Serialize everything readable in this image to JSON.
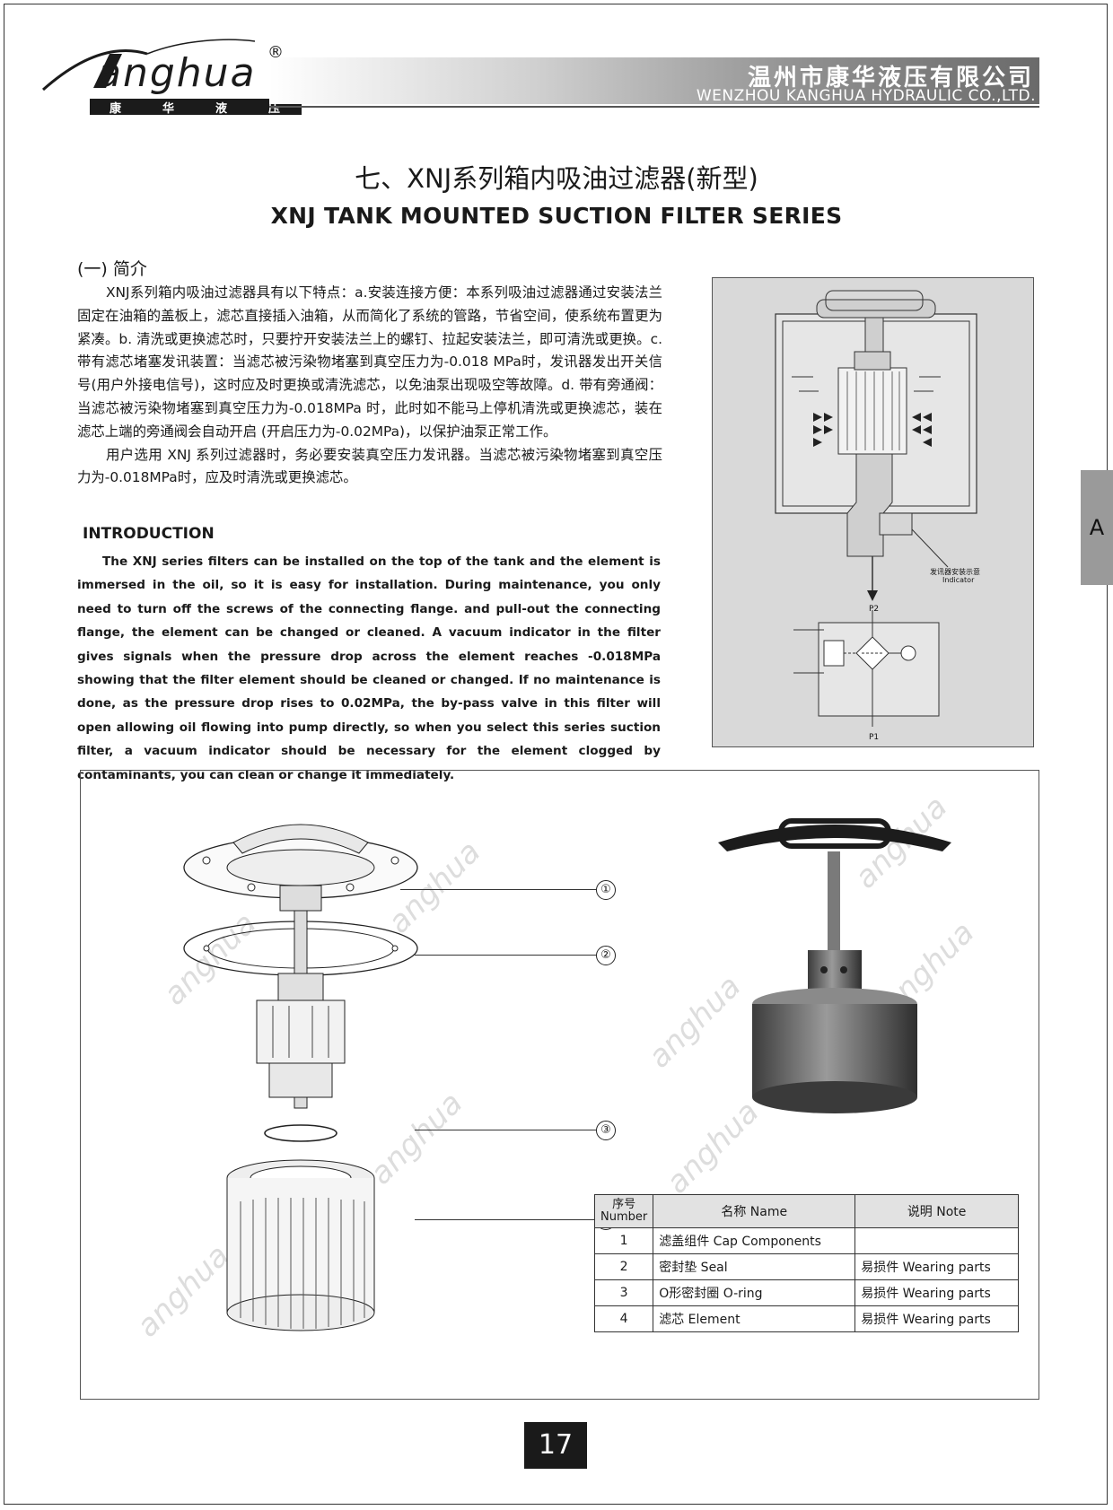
{
  "header": {
    "logo_word": "anghua",
    "logo_reg": "®",
    "logo_cn_chars": [
      "康",
      "华",
      "液",
      "压"
    ],
    "company_cn": "温州市康华液压有限公司",
    "company_en": "WENZHOU KANGHUA HYDRAULIC CO.,LTD."
  },
  "titles": {
    "cn": "七、XNJ系列箱内吸油过滤器(新型)",
    "en": "XNJ TANK MOUNTED SUCTION FILTER SERIES"
  },
  "intro_cn": {
    "heading": "(一) 简介",
    "paragraphs": [
      "XNJ系列箱内吸油过滤器具有以下特点：a.安装连接方便：本系列吸油过滤器通过安装法兰固定在油箱的盖板上，滤芯直接插入油箱，从而简化了系统的管路，节省空间，使系统布置更为紧凑。b. 清洗或更换滤芯时，只要拧开安装法兰上的螺钉、拉起安装法兰，即可清洗或更换。c. 带有滤芯堵塞发讯装置：当滤芯被污染物堵塞到真空压力为-0.018 MPa时，发讯器发出开关信号(用户外接电信号)，这时应及时更换或清洗滤芯，以免油泵出现吸空等故障。d. 带有旁通阀：当滤芯被污染物堵塞到真空压力为-0.018MPa 时，此时如不能马上停机清洗或更换滤芯，装在滤芯上端的旁通阀会自动开启 (开启压力为-0.02MPa)，以保护油泵正常工作。",
      "用户选用 XNJ 系列过滤器时，务必要安装真空压力发讯器。当滤芯被污染物堵塞到真空压力为-0.018MPa时，应及时清洗或更换滤芯。"
    ]
  },
  "intro_en": {
    "heading": "INTRODUCTION",
    "paragraph": "The XNJ series filters can be installed on the top of the tank and the element is immersed in the oil, so it is easy for installation. During maintenance, you only need to turn off the screws of the connecting flange. and pull-out the connecting flange, the element can be changed or cleaned. A vacuum indicator in the filter gives signals when the pressure drop across the element reaches -0.018MPa showing that the filter element should be cleaned or changed. If no maintenance is done, as the pressure drop rises to 0.02MPa, the by-pass valve in this filter will open allowing oil flowing into pump directly, so when you select this series suction filter, a vacuum indicator should be necessary for the element clogged by contaminants, you can clean or change it immediately."
  },
  "schematic": {
    "indicator_cn": "发讯器安装示意",
    "indicator_en": "Indicator",
    "port_p2": "P2",
    "port_p1": "P1"
  },
  "side_tab": "A",
  "callouts": [
    "①",
    "②",
    "③",
    "④"
  ],
  "watermark": "anghua",
  "parts_table": {
    "headers": {
      "number_cn": "序号",
      "number_en": "Number",
      "name": "名称  Name",
      "note": "说明  Note"
    },
    "rows": [
      {
        "num": "1",
        "name": "滤盖组件   Cap Components",
        "note": ""
      },
      {
        "num": "2",
        "name": "密封垫  Seal",
        "note": "易损件  Wearing parts"
      },
      {
        "num": "3",
        "name": "O形密封圈   O-ring",
        "note": "易损件  Wearing parts"
      },
      {
        "num": "4",
        "name": "滤芯   Element",
        "note": "易损件  Wearing parts"
      }
    ]
  },
  "page_number": "17"
}
